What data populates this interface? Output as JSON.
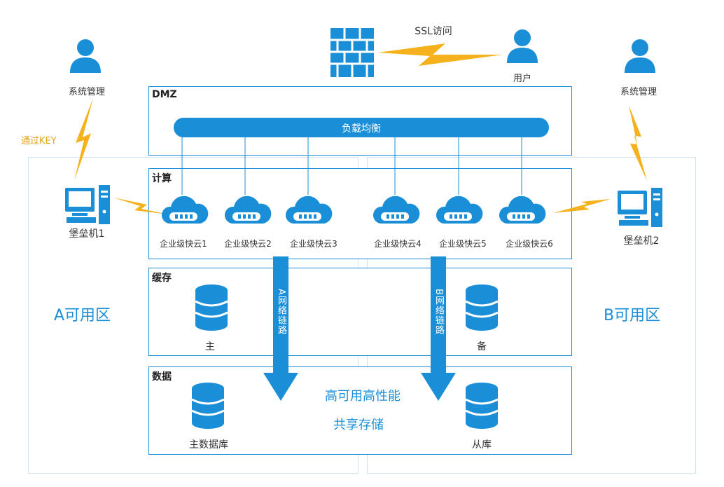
{
  "top": {
    "ssl_label": "SSL访问",
    "user_label": "用户"
  },
  "admin_left": {
    "label": "系统管理",
    "key_label": "通过KEY"
  },
  "admin_right": {
    "label": "系统管理"
  },
  "zones": {
    "a": "A可用区",
    "b": "B可用区"
  },
  "dmz": {
    "title": "DMZ",
    "lb_label": "负载均衡"
  },
  "compute": {
    "title": "计算",
    "clouds": [
      "企业级快云1",
      "企业级快云2",
      "企业级快云3",
      "企业级快云4",
      "企业级快云5",
      "企业级快云6"
    ]
  },
  "bastion": {
    "left": "堡垒机1",
    "right": "堡垒机2"
  },
  "cache": {
    "title": "缓存",
    "main": "主",
    "backup": "备"
  },
  "data": {
    "title": "数据",
    "main": "主数据库",
    "slave": "从库",
    "center_line1": "高可用高性能",
    "center_line2": "共享存储"
  },
  "links": {
    "a": "A网络链路",
    "b": "B网络链路"
  },
  "colors": {
    "accent": "#1a8fd8",
    "bolt": "#f5b21c",
    "zone_border": "#cfe3f2"
  }
}
